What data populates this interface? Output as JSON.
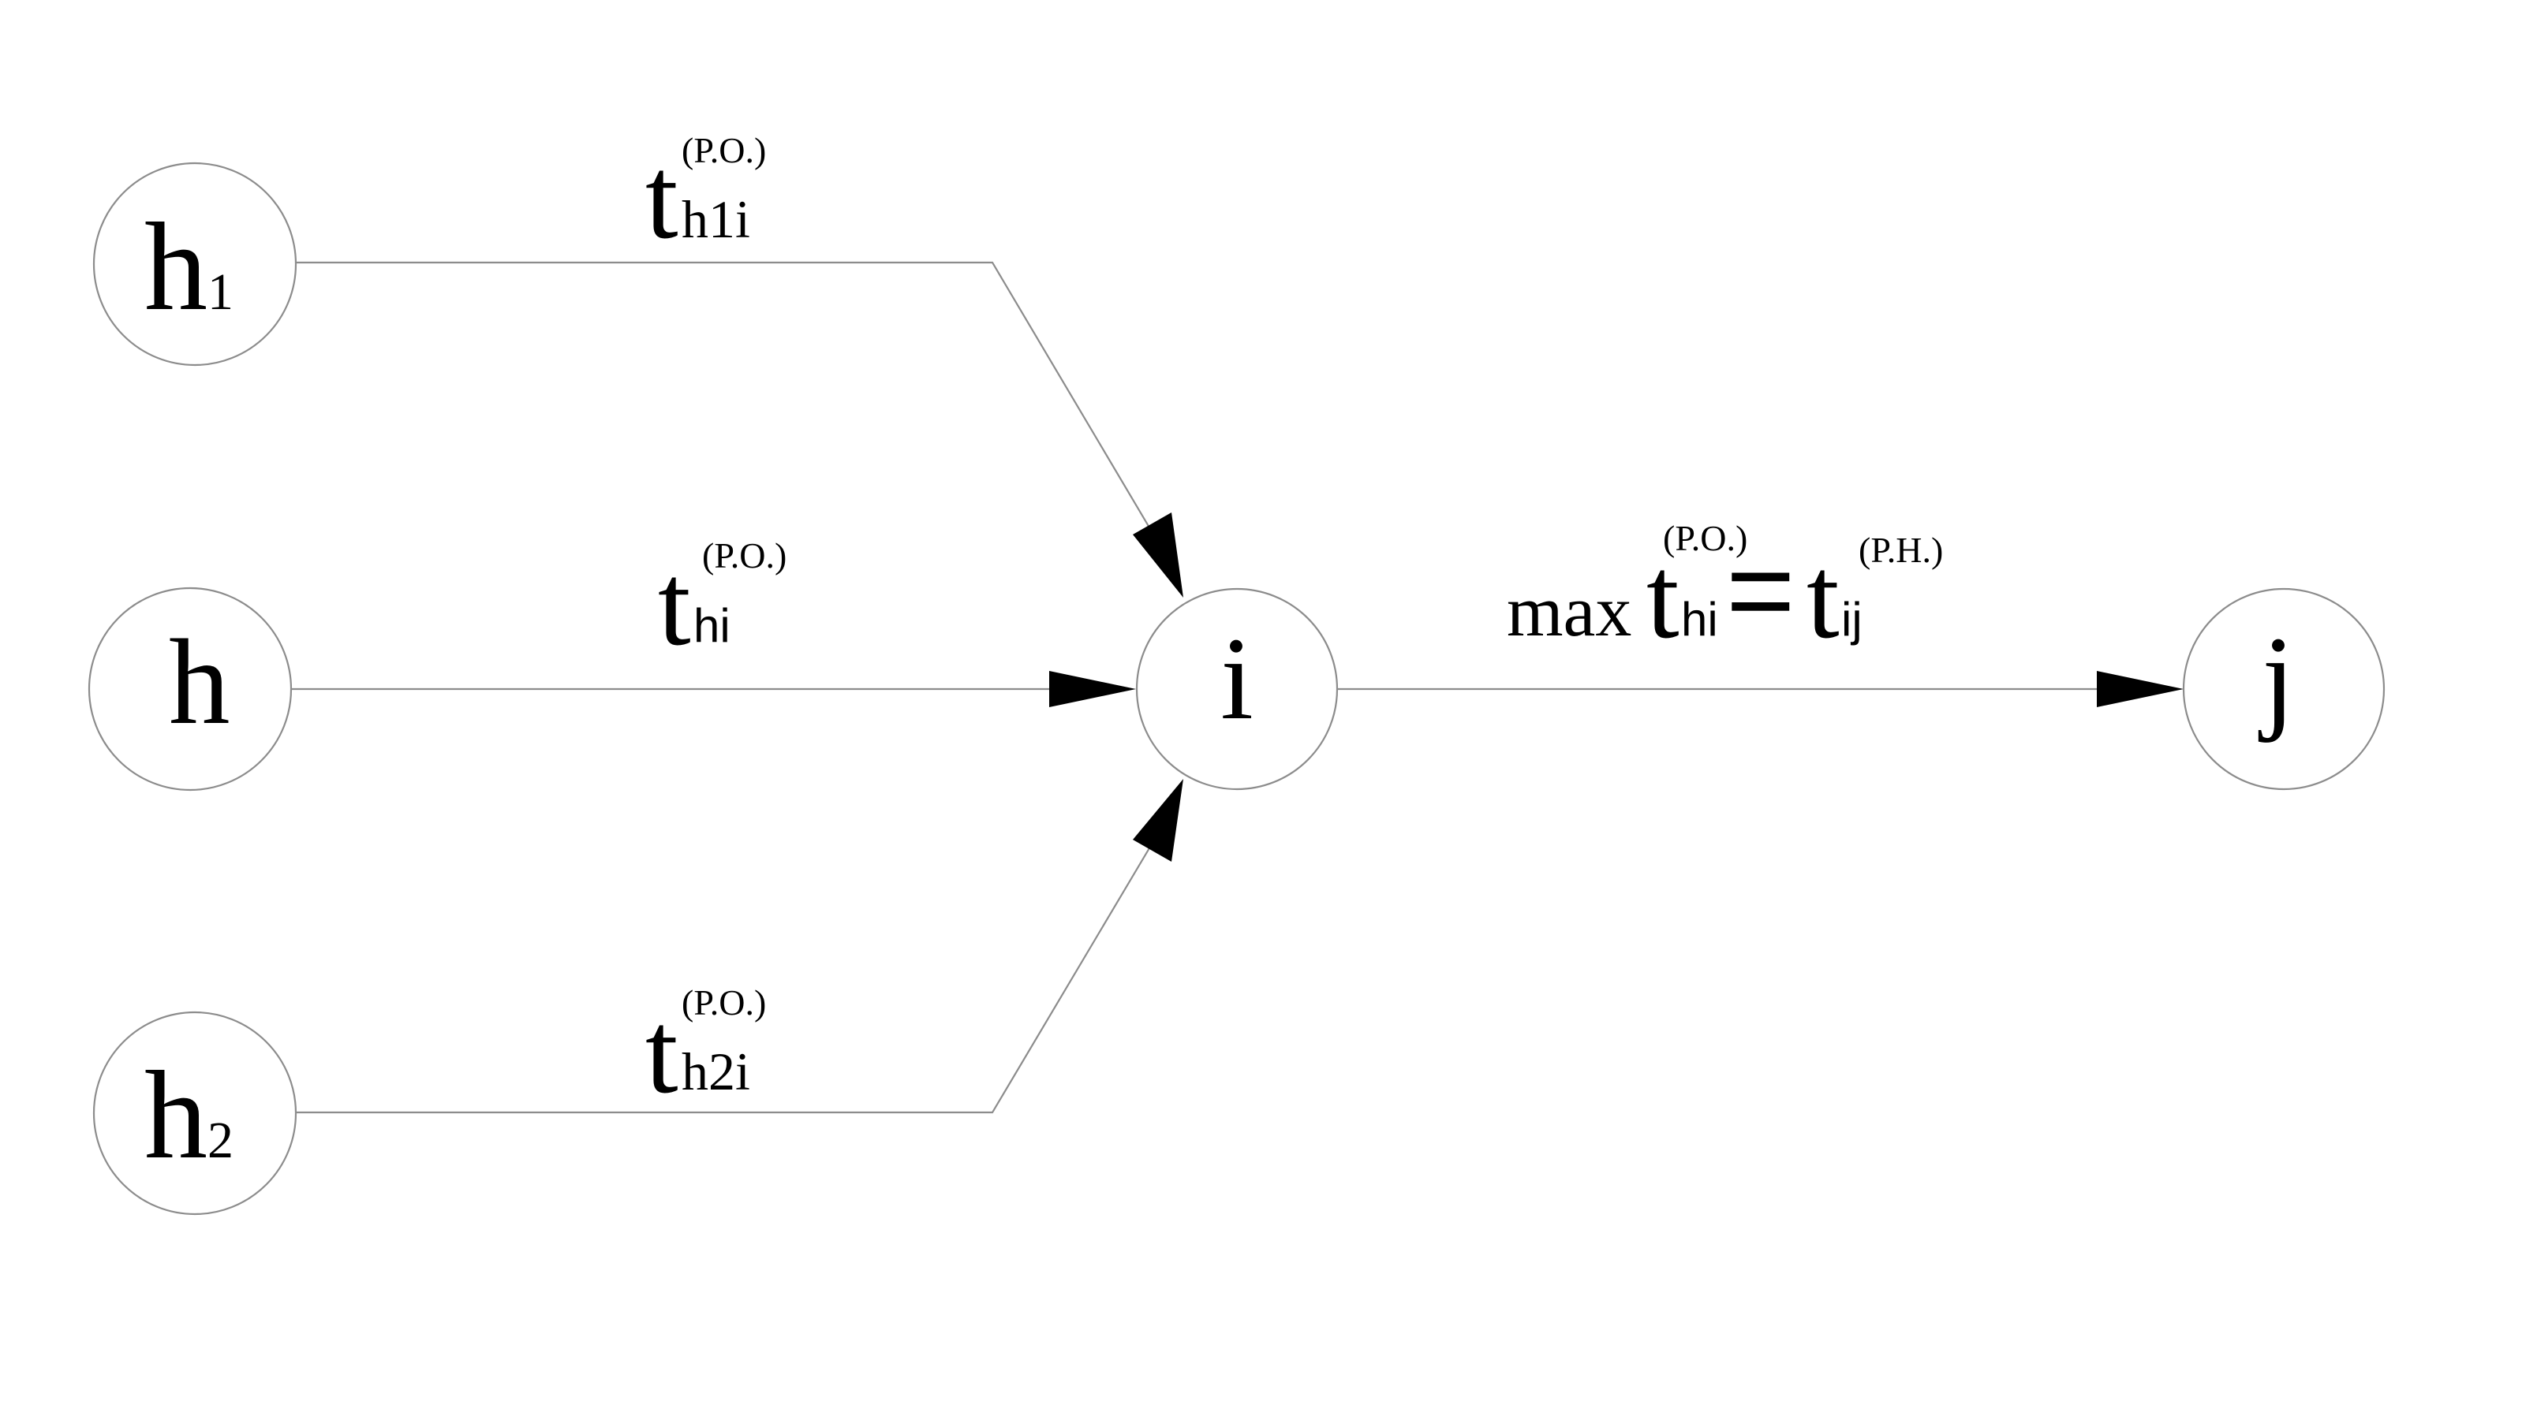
{
  "nodes": {
    "h1": {
      "main": "h",
      "sub": "1"
    },
    "h": {
      "main": "h",
      "sub": ""
    },
    "h2": {
      "main": "h",
      "sub": "2"
    },
    "i": {
      "main": "i"
    },
    "j": {
      "main": "j"
    }
  },
  "edges": {
    "h1_i": {
      "base": "t",
      "sub": "h1i",
      "sup": "(P.O.)"
    },
    "h_i": {
      "base": "t",
      "sub": "hi",
      "sup": "(P.O.)"
    },
    "h2_i": {
      "base": "t",
      "sub": "h2i",
      "sup": "(P.O.)"
    },
    "i_j": {
      "prefix": "max",
      "base1": "t",
      "sub1": "hi",
      "sup1": "(P.O.)",
      "equals": "=",
      "base2": "t",
      "sub2": "ij",
      "sup2": "(P.H.)"
    }
  },
  "colors": {
    "stroke": "#8c8c8c",
    "arrow": "#000000",
    "text": "#000000",
    "background": "#ffffff"
  }
}
